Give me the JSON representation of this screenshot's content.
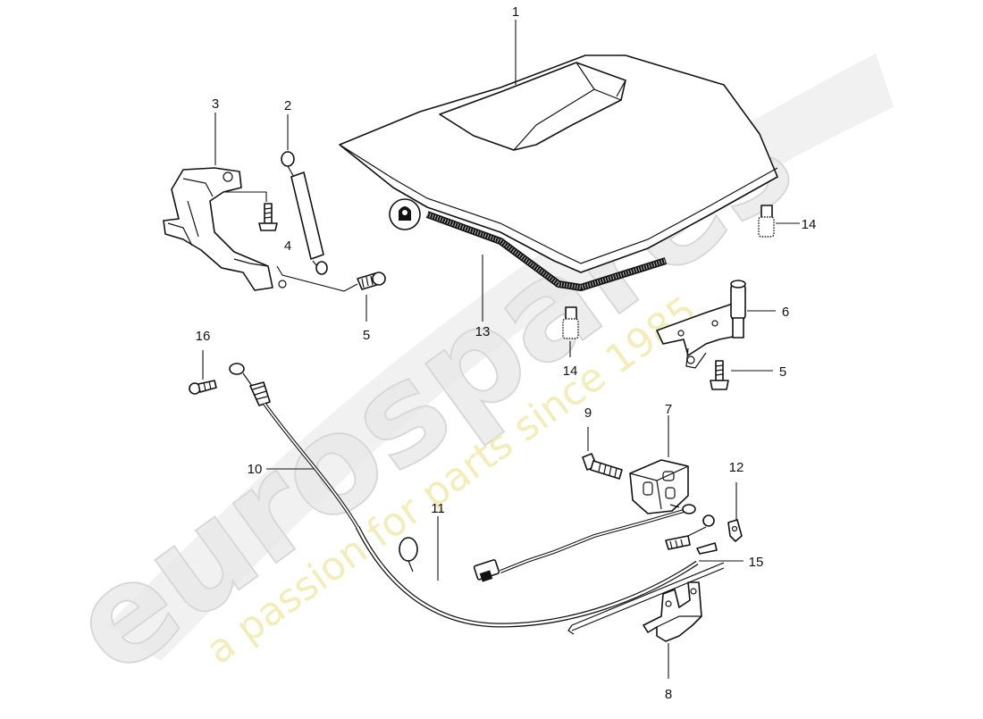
{
  "watermark": {
    "brand": "eurospares",
    "tagline": "a passion for parts since 1985"
  },
  "labels": {
    "p1": "1",
    "p2": "2",
    "p3": "3",
    "p4": "4",
    "p5a": "5",
    "p5b": "5",
    "p6": "6",
    "p7": "7",
    "p8": "8",
    "p9": "9",
    "p10": "10",
    "p11": "11",
    "p12": "12",
    "p13": "13",
    "p14a": "14",
    "p14b": "14",
    "p15": "15",
    "p16": "16"
  }
}
